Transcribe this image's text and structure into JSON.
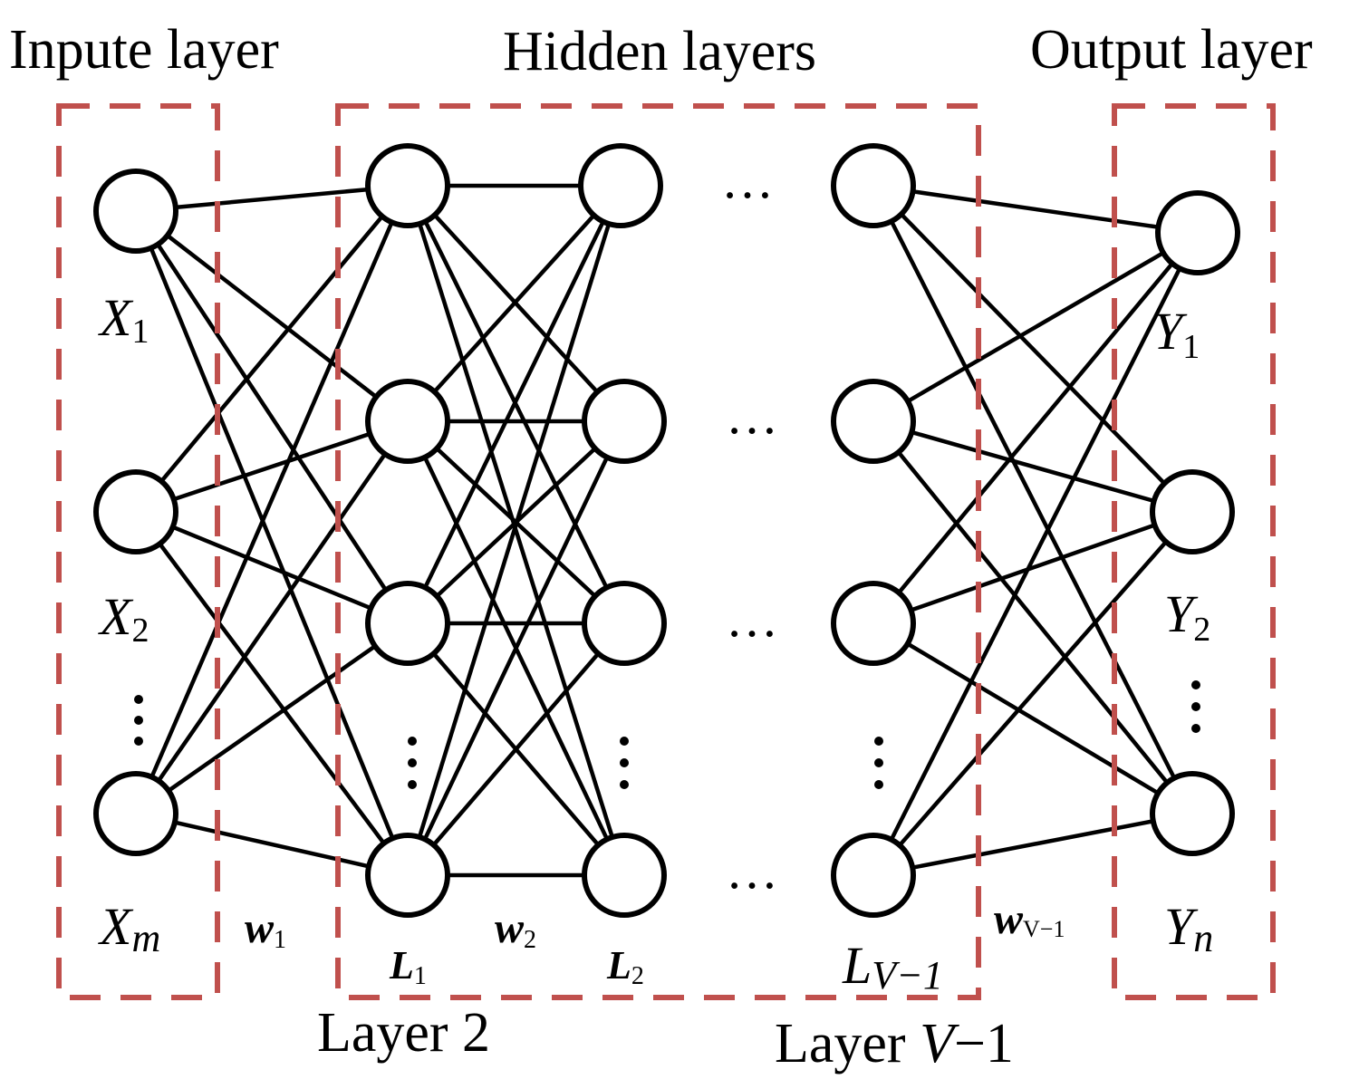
{
  "headers": {
    "input": "Inpute layer",
    "hidden": "Hidden layers",
    "output": "Output layer"
  },
  "colors": {
    "box": "#c0504d",
    "edge": "#000000"
  },
  "inputs": [
    {
      "symbol": "X",
      "sub": "1"
    },
    {
      "symbol": "X",
      "sub": "2"
    },
    {
      "symbol": "X",
      "sub": "m"
    }
  ],
  "outputs": [
    {
      "symbol": "Y",
      "sub": "1"
    },
    {
      "symbol": "Y",
      "sub": "2"
    },
    {
      "symbol": "Y",
      "sub": "n"
    }
  ],
  "weights": [
    {
      "symbol": "w",
      "sub": "1"
    },
    {
      "symbol": "w",
      "sub": "2"
    },
    {
      "symbol": "w",
      "sub": "V−1"
    }
  ],
  "layer_labels": [
    {
      "symbol": "L",
      "sub": "1"
    },
    {
      "symbol": "L",
      "sub": "2"
    },
    {
      "symbol": "L",
      "sub": "V−1"
    }
  ],
  "bottom_labels": {
    "layer2": "Layer 2",
    "layerV1_prefix": "Layer ",
    "layerV1_var": "V",
    "layerV1_suffix": "−1"
  },
  "ellipsis_h": "…"
}
